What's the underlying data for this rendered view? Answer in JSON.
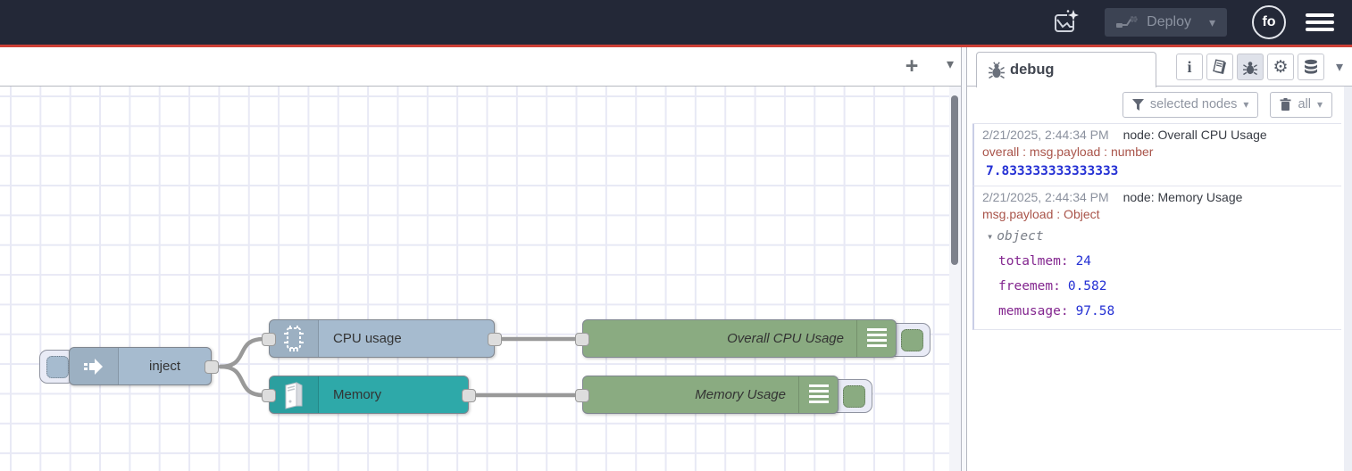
{
  "header": {
    "deploy": {
      "label": "Deploy",
      "caret": "▾"
    },
    "avatar": {
      "label": "fo"
    },
    "colors": {
      "bar": "#232837",
      "accent": "#cd4036",
      "deploy_bg": "#3c4353"
    }
  },
  "canvas": {
    "tabbar": {
      "add": "+",
      "caret": "▾"
    },
    "nodes": [
      {
        "id": "inject",
        "label": "inject",
        "color": "#a6bbcf"
      },
      {
        "id": "cpu",
        "label": "CPU usage",
        "color": "#a6bbcf"
      },
      {
        "id": "memory",
        "label": "Memory",
        "color": "#2ea9a9"
      },
      {
        "id": "overall",
        "label": "Overall CPU Usage",
        "color": "#8aab81"
      },
      {
        "id": "memusage",
        "label": "Memory Usage",
        "color": "#8aab81"
      }
    ]
  },
  "sidebar": {
    "tab": {
      "label": "debug"
    },
    "toolbar": {
      "caret": "▾"
    },
    "filter": {
      "label": "selected nodes",
      "caret": "▾"
    },
    "clear": {
      "label": "all",
      "caret": "▾"
    },
    "messages": [
      {
        "timestamp": "2/21/2025, 2:44:34 PM",
        "source": "node: Overall CPU Usage",
        "property": "overall : msg.payload : number",
        "value": "7.833333333333333"
      },
      {
        "timestamp": "2/21/2025, 2:44:34 PM",
        "source": "node: Memory Usage",
        "property": "msg.payload : Object",
        "object_caret": "▾",
        "object_label": "object",
        "fields": [
          {
            "key": "totalmem:",
            "value": "24"
          },
          {
            "key": "freemem:",
            "value": "0.582"
          },
          {
            "key": "memusage:",
            "value": "97.58"
          }
        ]
      }
    ]
  },
  "glyphs": {
    "plus": "+",
    "caret_down": "▾",
    "gear": "⚙",
    "info": "i"
  },
  "debug_value_colors": {
    "number": "#2430d4",
    "key": "#83268f",
    "property": "#a9544a"
  }
}
